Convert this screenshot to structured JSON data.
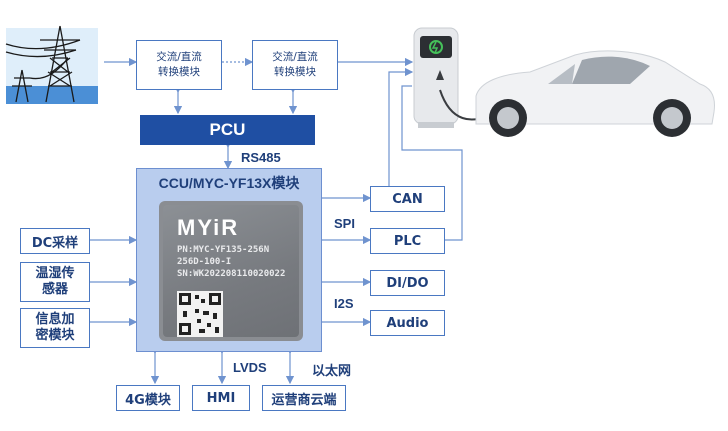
{
  "converters": [
    "交流/直流\n转换模块",
    "交流/直流\n转换模块"
  ],
  "pcu": "PCU",
  "rs485": "RS485",
  "ccu_title": "CCU/MYC-YF13X模块",
  "chip": {
    "logo": "MYiR",
    "line1": "PN:MYC-YF135-256N",
    "line2": "256D-100-I",
    "line3": "SN:WK202208110020022"
  },
  "right_boxes": [
    "CAN",
    "PLC",
    "DI/DO",
    "Audio"
  ],
  "right_labels": {
    "spi": "SPI",
    "i2s": "I2S"
  },
  "left_boxes": [
    "DC采样",
    "温湿传\n感器",
    "信息加\n密模块"
  ],
  "bottom_boxes": [
    "4G模块",
    "HMI",
    "运营商云端"
  ],
  "bottom_labels": {
    "lvds": "LVDS",
    "ethernet": "以太网"
  },
  "colors": {
    "line": "#6f93cf",
    "box_border": "#4a78c2",
    "pcu": "#1f4fa3",
    "ccu": "#b9cdee",
    "text": "#1f3f7a"
  }
}
